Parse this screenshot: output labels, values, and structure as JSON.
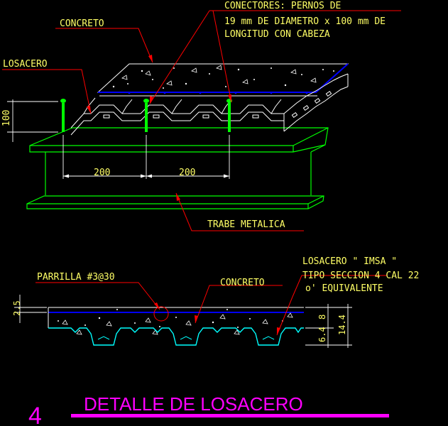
{
  "labels": {
    "concreto_top": "CONCRETO",
    "conectores_l1": "CONECTORES:   PERNOS DE",
    "conectores_l2": "19 mm DE DIAMETRO x 100 mm DE",
    "conectores_l3": "LONGITUD CON CABEZA",
    "losacero_top": "LOSACERO",
    "dim_100": "100",
    "dim_200_a": "200",
    "dim_200_b": "200",
    "trabe": "TRABE METALICA",
    "losacero_imsa_l1": "LOSACERO \" IMSA \"",
    "losacero_imsa_l2": "TIPO SECCION 4 CAL 22",
    "losacero_imsa_l3": "o' EQUIVALENTE",
    "parrilla": "PARRILLA #3@30",
    "concreto_section": "CONCRETO",
    "dim_2_5": "2.5",
    "dim_8": "8",
    "dim_6_4": "6.4",
    "dim_14_4": "14.4",
    "sheet_number": "4",
    "title": "DETALLE   DE   LOSACERO"
  },
  "colors": {
    "background": "#000000",
    "concrete": "#ffffff",
    "leader_red": "#ff0000",
    "text_yellow": "#ffff66",
    "steel_deck_white": "#ffffff",
    "beam_green": "#00ff00",
    "rebar_blue": "#0000ff",
    "deck_cyan": "#00ffff",
    "connector_green": "#00ff00",
    "title_magenta": "#ff00ff"
  }
}
